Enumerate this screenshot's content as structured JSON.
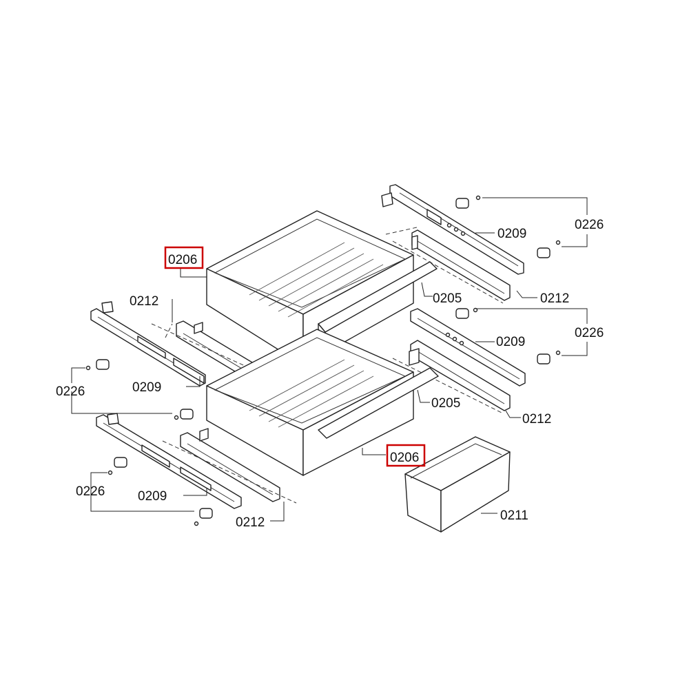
{
  "highlight_color": "#cc0000",
  "callouts": {
    "c0206_top": "0206",
    "c0206_bottom": "0206",
    "c0209_tr": "0209",
    "c0209_mr": "0209",
    "c0209_ml": "0209",
    "c0209_bl": "0209",
    "c0226_tr": "0226",
    "c0226_mr": "0226",
    "c0226_ml": "0226",
    "c0226_bl": "0226",
    "c0212_tr": "0212",
    "c0212_mr": "0212",
    "c0212_tl": "0212",
    "c0212_bl": "0212",
    "c0205_top": "0205",
    "c0205_bottom": "0205",
    "c0211": "0211"
  }
}
